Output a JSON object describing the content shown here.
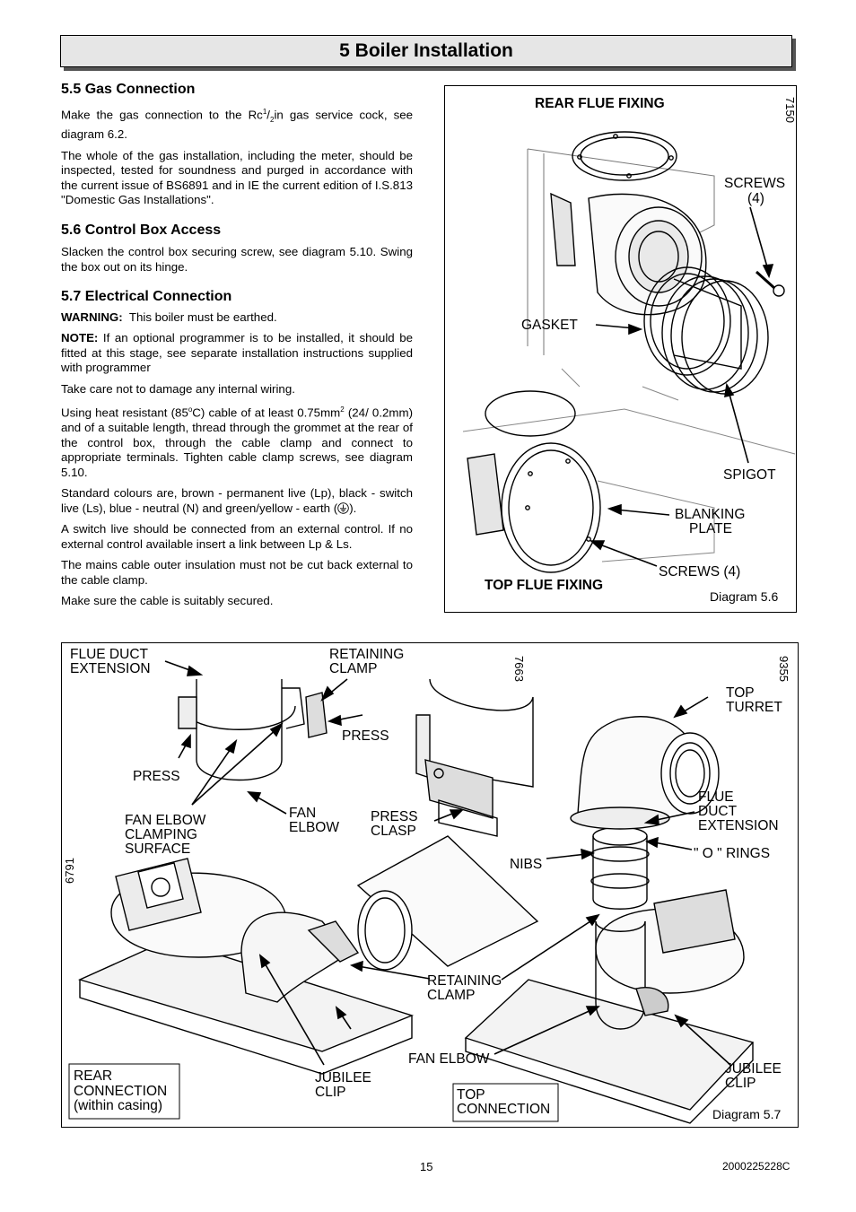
{
  "header": {
    "title": "5 Boiler Installation"
  },
  "gas": {
    "heading": "5.5 Gas Connection",
    "p1_pre": "Make the gas connection to the Rc",
    "p1_num": "1",
    "p1_den": "2",
    "p1_post": "in gas service cock, see diagram 6.2.",
    "p2": "The whole of the gas installation, including the meter, should be inspected, tested for soundness and purged in accordance with the current issue of BS6891 and in IE the current edition of I.S.813 \"Domestic Gas Installations\"."
  },
  "control": {
    "heading": "5.6 Control Box Access",
    "p1": "Slacken the control box securing screw, see diagram 5.10. Swing the box out on its hinge."
  },
  "electrical": {
    "heading": "5.7 Electrical Connection",
    "warning_label": "WARNING:",
    "warning_text": "This boiler must be earthed.",
    "note_label": "NOTE:",
    "note_text": "If an optional programmer is to be installed, it should be fitted at this stage, see separate installation instructions supplied with programmer",
    "p_damage": "Take care not to damage any internal wiring.",
    "p_cable_a": "Using heat resistant (85",
    "p_cable_deg": "o",
    "p_cable_b": "C) cable of at least 0.75mm",
    "p_cable_sup": "2",
    "p_cable_c": " (24/ 0.2mm) and of a suitable length, thread through the grommet at the rear of the control box, through the cable clamp and connect to appropriate terminals. Tighten cable clamp screws, see diagram 5.10.",
    "p_colours_a": "Standard colours are, brown - permanent live (Lp), black - switch live (Ls),  blue - neutral (N) and green/yellow - earth (",
    "p_colours_b": ").",
    "p_switch": "A switch live should be connected from an external control. If no external control available insert a link between Lp & Ls.",
    "p_insulation": "The mains cable outer insulation must not be cut back external to the cable clamp.",
    "p_secure": "Make sure the cable is suitably secured."
  },
  "diagram56": {
    "rear_title": "REAR FLUE FIXING",
    "ref": "7150",
    "screws_top_1": "SCREWS",
    "screws_top_2": "(4)",
    "gasket": "GASKET",
    "spigot": "SPIGOT",
    "blanking_1": "BLANKING",
    "blanking_2": "PLATE",
    "screws_bottom": "SCREWS (4)",
    "top_title": "TOP FLUE FIXING",
    "caption": "Diagram 5.6"
  },
  "diagram57": {
    "flue_duct_ext_1": "FLUE DUCT",
    "flue_duct_ext_2": "EXTENSION",
    "retaining_clamp_1": "RETAINING",
    "retaining_clamp_2": "CLAMP",
    "ref_a": "7663",
    "ref_b": "9355",
    "top_turret_1": "TOP",
    "top_turret_2": "TURRET",
    "press_1": "PRESS",
    "press_2": "PRESS",
    "fan_elbow_clamp_1": "FAN ELBOW",
    "fan_elbow_clamp_2": "CLAMPING",
    "fan_elbow_clamp_3": "SURFACE",
    "fan_elbow_1": "FAN",
    "fan_elbow_2": "ELBOW",
    "press_clasp_1": "PRESS",
    "press_clasp_2": "CLASP",
    "flue_duct_r_1": "FLUE",
    "flue_duct_r_2": "DUCT",
    "flue_duct_r_3": "EXTENSION",
    "o_rings": "\" O \" RINGS",
    "nibs": "NIBS",
    "ref_c": "6791",
    "retaining_clamp_b1": "RETAINING",
    "retaining_clamp_b2": "CLAMP",
    "fan_elbow_b": "FAN ELBOW",
    "jubilee_l1": "JUBILEE",
    "jubilee_l2": "CLIP",
    "jubilee_r1": "JUBILEE",
    "jubilee_r2": "CLIP",
    "rear_conn_1": "REAR",
    "rear_conn_2": "CONNECTION",
    "rear_conn_3": "(within casing)",
    "top_conn_1": "TOP",
    "top_conn_2": "CONNECTION",
    "caption": "Diagram 5.7"
  },
  "footer": {
    "page_number": "15",
    "doc_code": "2000225228C"
  }
}
